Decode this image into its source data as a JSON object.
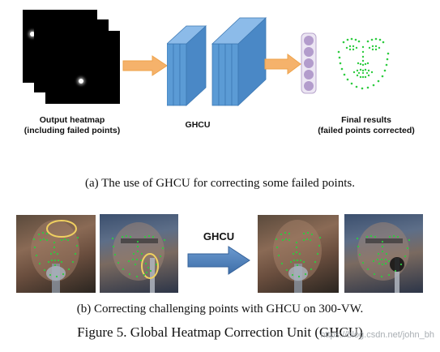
{
  "panel_a": {
    "heatmap_label_line1": "Output heatmap",
    "heatmap_label_line2": "(including failed points)",
    "ghcu_label": "GHCU",
    "result_label_line1": "Final results",
    "result_label_line2": "(failed points corrected)",
    "caption": "(a)  The use of GHCU for correcting some failed points."
  },
  "panel_b": {
    "arrow_label": "GHCU",
    "caption": "(b)  Correcting challenging points with GHCU on 300-VW."
  },
  "figure_caption": "Figure 5. Global Heatmap Correction Unit (GHCU)",
  "watermark": "https://blog.csdn.net/john_bh",
  "colors": {
    "arrow_orange": "#f5b26b",
    "cnn_blue": "#5b9bd5",
    "node_purple": "#c7b8d8",
    "landmark_green": "#2ecc40",
    "highlight_yellow": "#f0d060",
    "arrow_blue": "#4a7ebb"
  }
}
